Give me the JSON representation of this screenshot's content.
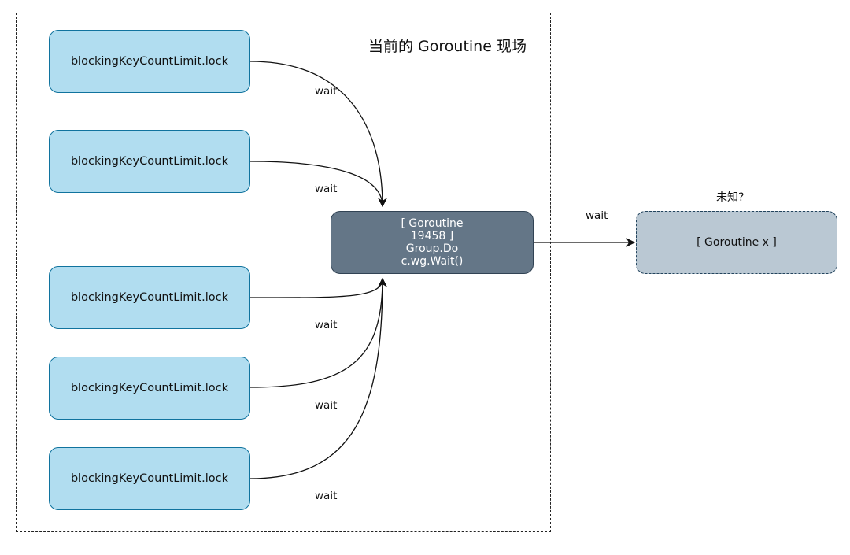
{
  "frame": {
    "title": "当前的 Goroutine 现场"
  },
  "lock_boxes": [
    {
      "label": "blockingKeyCountLimit.lock",
      "edge_label": "wait"
    },
    {
      "label": "blockingKeyCountLimit.lock",
      "edge_label": "wait"
    },
    {
      "label": "blockingKeyCountLimit.lock",
      "edge_label": "wait"
    },
    {
      "label": "blockingKeyCountLimit.lock",
      "edge_label": "wait"
    },
    {
      "label": "blockingKeyCountLimit.lock",
      "edge_label": "wait"
    }
  ],
  "center_node": {
    "line1": "[ Goroutine",
    "line2": "19458 ]",
    "line3": "Group.Do",
    "line4": "c.wg.Wait()"
  },
  "outgoing_edge": {
    "label": "wait"
  },
  "unknown_node": {
    "label": "[ Goroutine x ]",
    "caption": "未知?"
  },
  "colors": {
    "lock_fill": "#b1ddf0",
    "lock_stroke": "#10739e",
    "center_fill": "#647687",
    "unknown_fill": "#bac8d3"
  }
}
